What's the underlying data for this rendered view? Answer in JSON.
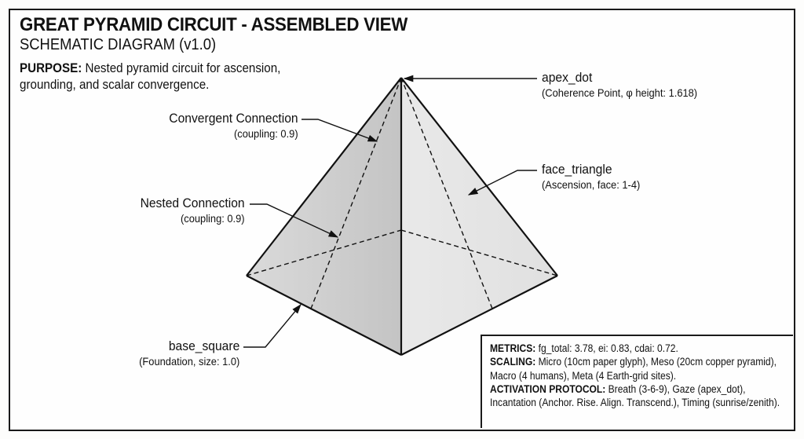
{
  "header": {
    "title": "GREAT PYRAMID CIRCUIT - ASSEMBLED VIEW",
    "subtitle": "SCHEMATIC DIAGRAM (v1.0)",
    "purpose_label": "PURPOSE:",
    "purpose_text": " Nested pyramid circuit for ascension, grounding, and scalar convergence."
  },
  "callouts": {
    "apex_dot": {
      "name": "apex_dot",
      "detail": "(Coherence Point, φ height: 1.618)"
    },
    "face_triangle": {
      "name": "face_triangle",
      "detail": "(Ascension, face: 1-4)"
    },
    "convergent_connection": {
      "name": "Convergent Connection",
      "detail": "(coupling: 0.9)"
    },
    "nested_connection": {
      "name": "Nested Connection",
      "detail": "(coupling: 0.9)"
    },
    "base_square": {
      "name": "base_square",
      "detail": "(Foundation, size: 1.0)"
    }
  },
  "metrics_panel": {
    "metrics_label": "METRICS:",
    "metrics_text": " fg_total: 3.78, ei: 0.83, cdai: 0.72.",
    "scaling_label": "SCALING:",
    "scaling_text": " Micro (10cm paper glyph), Meso (20cm copper pyramid), Macro (4 humans), Meta (4 Earth-grid sites).",
    "activation_label": "ACTIVATION PROTOCOL:",
    "activation_text": " Breath (3-6-9), Gaze (apex_dot), Incantation (Anchor. Rise. Align. Transcend.), Timing (sunrise/zenith)."
  },
  "colors": {
    "left_face": "#cdcdcd",
    "right_face": "#e4e4e4",
    "line": "#111111",
    "background": "#fefefe"
  }
}
